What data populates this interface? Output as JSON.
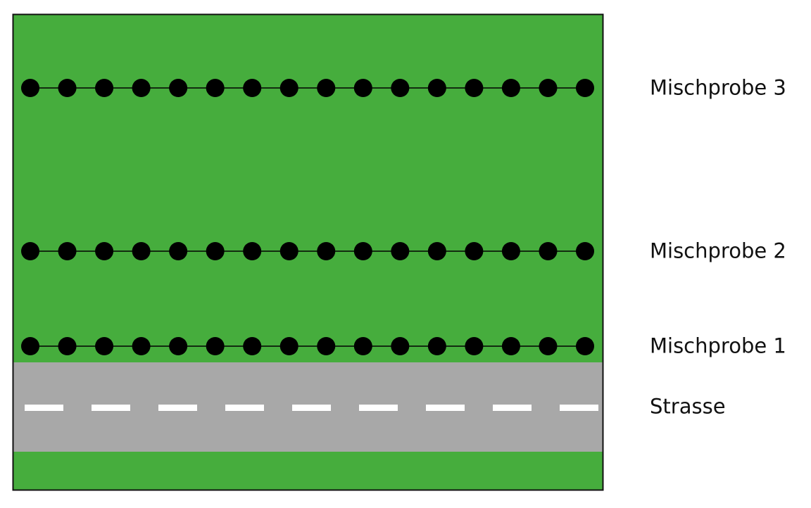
{
  "colors": {
    "grass": "#46ad3d",
    "road": "#a8a8a8",
    "dash": "#ffffff",
    "dot": "#000000",
    "border": "#111111"
  },
  "samples_per_row": 16,
  "road_dashes": 9,
  "rows": [
    {
      "label": "Mischprobe 3"
    },
    {
      "label": "Mischprobe 2"
    },
    {
      "label": "Mischprobe 1"
    }
  ],
  "road": {
    "label": "Strasse"
  }
}
